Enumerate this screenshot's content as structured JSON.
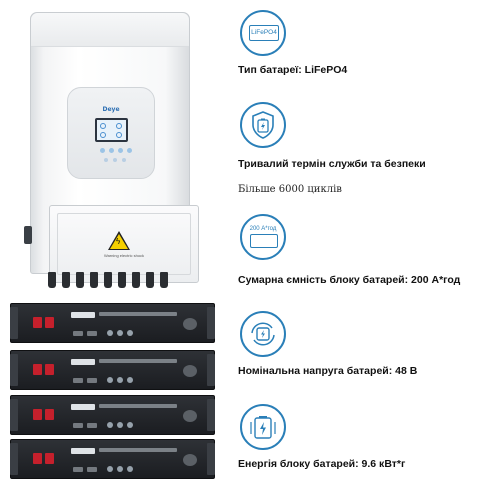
{
  "product": {
    "brand_label": "Deye",
    "warning_label": "Warning electric shock"
  },
  "features": [
    {
      "icon": "lifepo4-badge-icon",
      "badge": "LiFePO4",
      "title": "Тип батареї: LiFePO4",
      "subtitle": ""
    },
    {
      "icon": "shield-battery-icon",
      "title": "Тривалий термін служби та безпеки",
      "subtitle": "Більше 6000 циклів"
    },
    {
      "icon": "battery-capacity-icon",
      "badge": "200 А*год",
      "title": "Сумарна ємність блоку батарей: 200 А*год",
      "subtitle": ""
    },
    {
      "icon": "battery-charge-cycle-icon",
      "title": "Номінальна напруга батарей: 48 В",
      "subtitle": ""
    },
    {
      "icon": "battery-energy-icon",
      "title": "Енергія блоку батарей: 9.6 кВт*г",
      "subtitle": ""
    }
  ],
  "colors": {
    "accent": "#2a7fb8",
    "battery_body": "#1e2024",
    "battery_terminal": "#c5202c",
    "warning_yellow": "#f5d000"
  }
}
